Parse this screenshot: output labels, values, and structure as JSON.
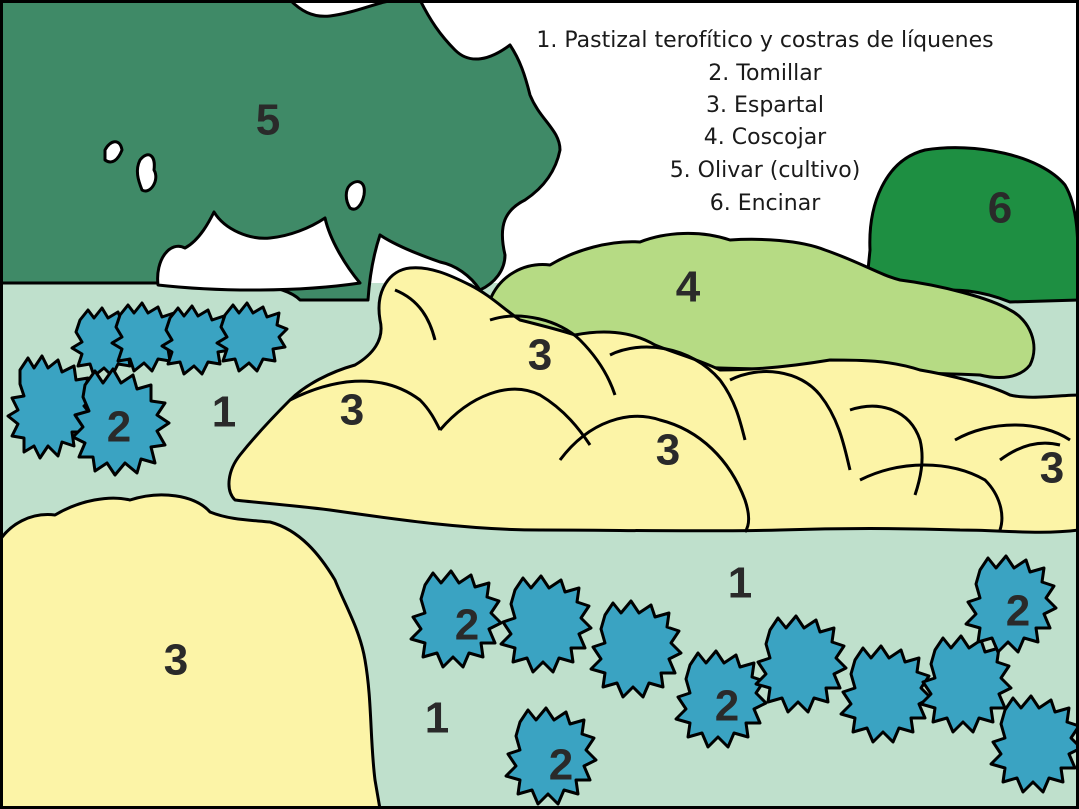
{
  "legend": {
    "items": [
      "1. Pastizal terofítico y costras de líquenes",
      "2. Tomillar",
      "3. Espartal",
      "4. Coscojar",
      "5. Olivar (cultivo)",
      "6. Encinar"
    ]
  },
  "zones": {
    "olive": "5",
    "holm_oak": "6",
    "kermes_oak": "4",
    "esparto_1": "3",
    "esparto_2": "3",
    "esparto_3": "3",
    "esparto_4": "3",
    "esparto_5": "3",
    "grass_1": "1",
    "grass_2": "1",
    "grass_3": "1",
    "thyme_1": "2",
    "thyme_2": "2",
    "thyme_3": "2",
    "thyme_4": "2",
    "thyme_5": "2"
  },
  "colors": {
    "grass": "#bfe0cc",
    "olive": "#3f8a67",
    "holm_oak": "#1e8f42",
    "kermes_oak": "#b6db84",
    "esparto": "#fcf4a7",
    "thyme": "#3aa3c2",
    "outline": "#000000"
  }
}
